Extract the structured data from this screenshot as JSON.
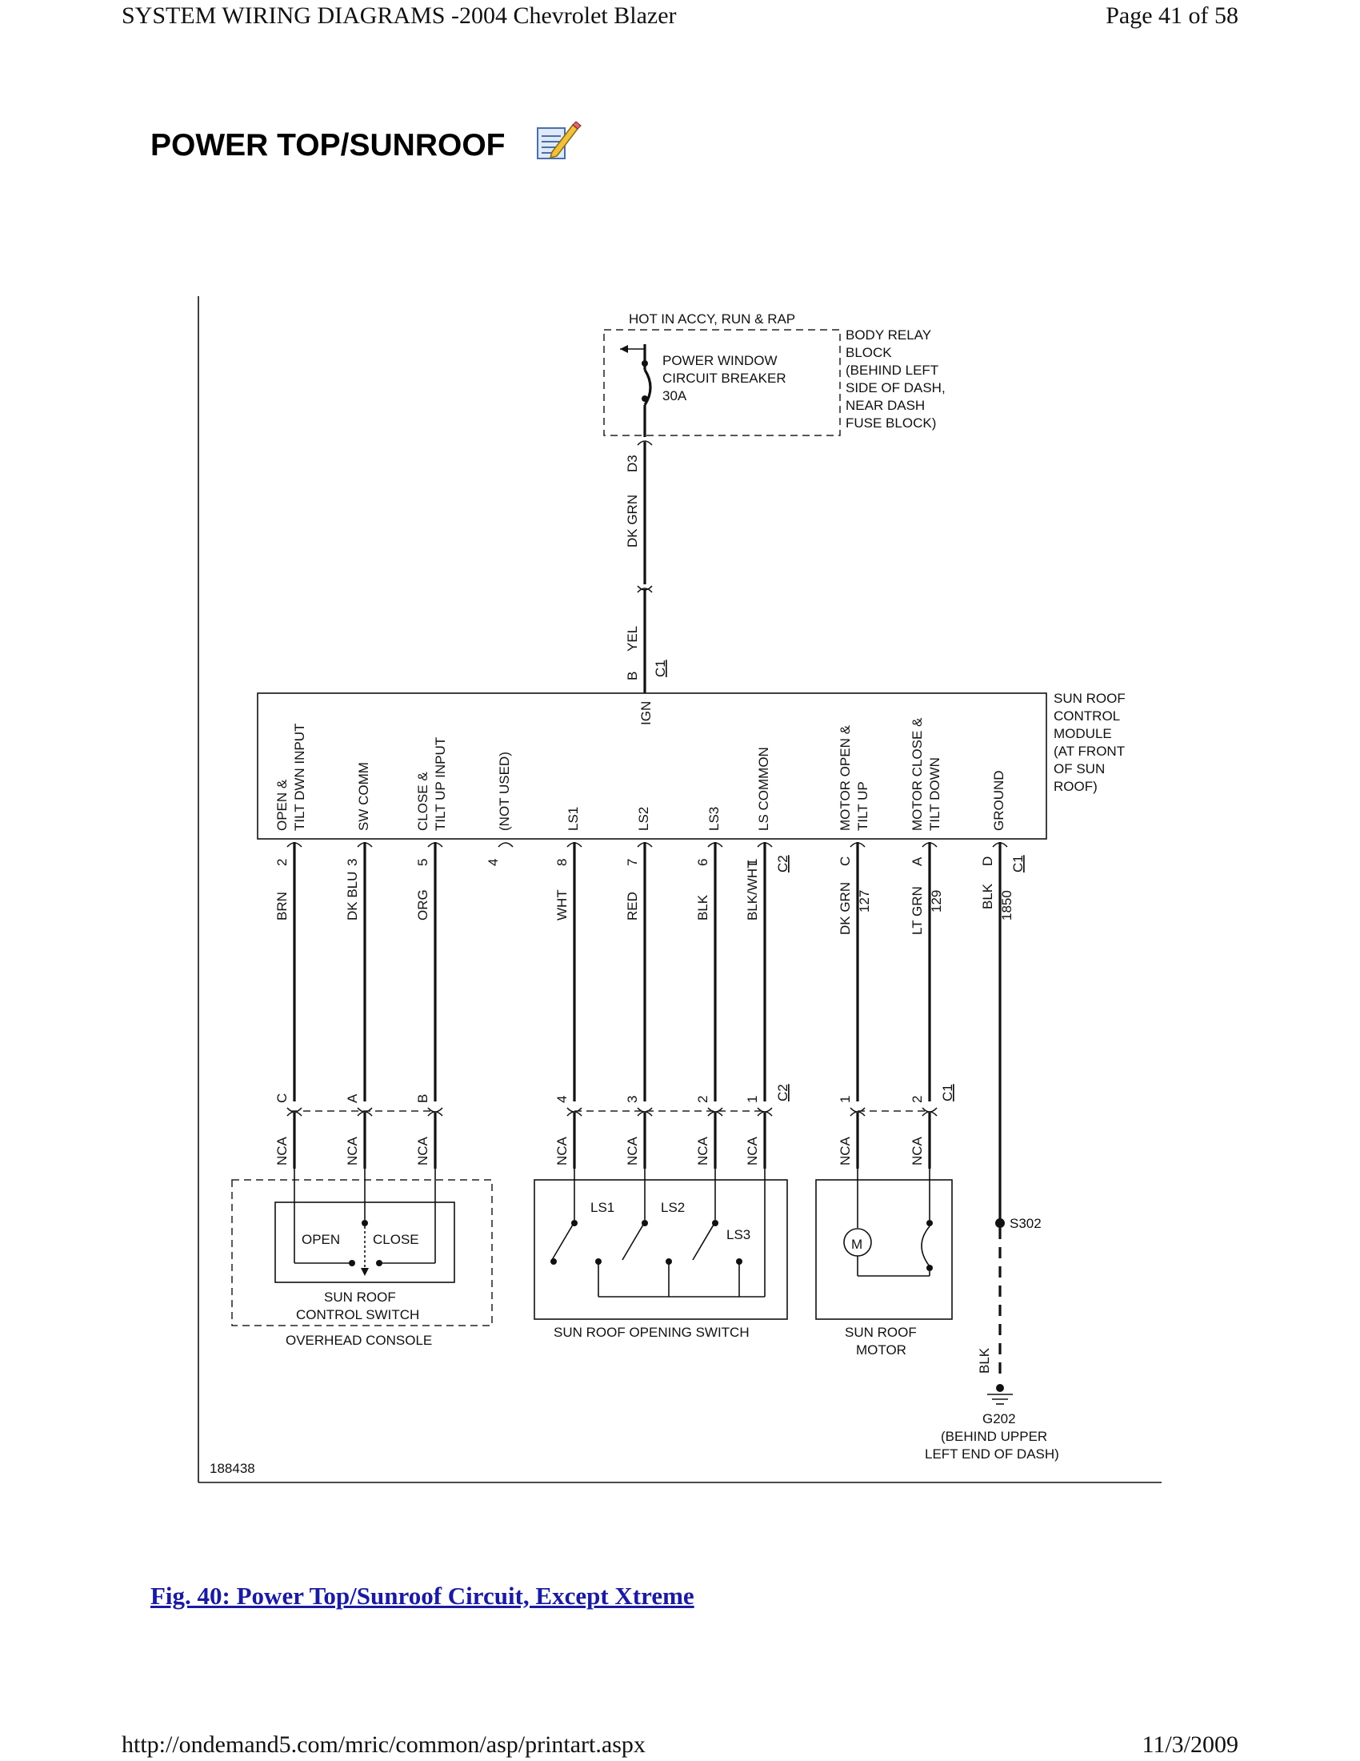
{
  "header": {
    "doc_title": "SYSTEM WIRING DIAGRAMS -2004 Chevrolet Blazer",
    "page": "Page 41 of 58"
  },
  "title": "POWER TOP/SUNROOF",
  "icons": {
    "edit": "edit-note-icon"
  },
  "diagram": {
    "power_source": {
      "hot_label": "HOT IN ACCY, RUN & RAP",
      "breaker_lines": [
        "POWER WINDOW",
        "CIRCUIT BREAKER",
        "30A"
      ],
      "relay_block_lines": [
        "BODY RELAY",
        "BLOCK",
        "(BEHIND LEFT",
        "SIDE OF DASH,",
        "NEAR DASH",
        "FUSE BLOCK)"
      ],
      "top_pin": "D3",
      "top_wire": "DK GRN",
      "lower_wire": "YEL",
      "lower_pin": "B",
      "lower_conn": "C1"
    },
    "module": {
      "label_lines": [
        "SUN ROOF",
        "CONTROL",
        "MODULE",
        "(AT FRONT",
        "OF SUN",
        "ROOF)"
      ],
      "ign": "IGN",
      "terminals": [
        {
          "l1": "OPEN &",
          "l2": "TILT DWN INPUT"
        },
        {
          "l1": "SW COMM",
          "l2": ""
        },
        {
          "l1": "CLOSE &",
          "l2": "TILT UP INPUT"
        },
        {
          "l1": "(NOT USED)",
          "l2": ""
        },
        {
          "l1": "LS1",
          "l2": ""
        },
        {
          "l1": "LS2",
          "l2": ""
        },
        {
          "l1": "LS3",
          "l2": ""
        },
        {
          "l1": "LS COMMON",
          "l2": ""
        },
        {
          "l1": "MOTOR OPEN &",
          "l2": "TILT UP"
        },
        {
          "l1": "MOTOR CLOSE &",
          "l2": "TILT DOWN"
        },
        {
          "l1": "GROUND",
          "l2": ""
        }
      ]
    },
    "wires": [
      {
        "pin": "2",
        "color": "BRN",
        "circuit": "",
        "conn": "",
        "bottom_pin": "C",
        "bottom_conn": "",
        "bottom_wire": "NCA"
      },
      {
        "pin": "3",
        "color": "DK BLU",
        "circuit": "",
        "conn": "",
        "bottom_pin": "A",
        "bottom_conn": "",
        "bottom_wire": "NCA"
      },
      {
        "pin": "5",
        "color": "ORG",
        "circuit": "",
        "conn": "",
        "bottom_pin": "B",
        "bottom_conn": "",
        "bottom_wire": "NCA"
      },
      {
        "pin": "4",
        "color": "",
        "circuit": "",
        "conn": "",
        "bottom_pin": "",
        "bottom_conn": "",
        "bottom_wire": ""
      },
      {
        "pin": "8",
        "color": "WHT",
        "circuit": "",
        "conn": "",
        "bottom_pin": "4",
        "bottom_conn": "",
        "bottom_wire": "NCA"
      },
      {
        "pin": "7",
        "color": "RED",
        "circuit": "",
        "conn": "",
        "bottom_pin": "3",
        "bottom_conn": "",
        "bottom_wire": "NCA"
      },
      {
        "pin": "6",
        "color": "BLK",
        "circuit": "",
        "conn": "",
        "bottom_pin": "2",
        "bottom_conn": "",
        "bottom_wire": "NCA"
      },
      {
        "pin": "1",
        "color": "BLK/WHT",
        "circuit": "",
        "conn": "C2",
        "bottom_pin": "1",
        "bottom_conn": "C2",
        "bottom_wire": "NCA"
      },
      {
        "pin": "C",
        "color": "DK GRN",
        "circuit": "127",
        "conn": "",
        "bottom_pin": "1",
        "bottom_conn": "",
        "bottom_wire": "NCA"
      },
      {
        "pin": "A",
        "color": "LT GRN",
        "circuit": "129",
        "conn": "",
        "bottom_pin": "2",
        "bottom_conn": "C1",
        "bottom_wire": "NCA"
      },
      {
        "pin": "D",
        "color": "BLK",
        "circuit": "1850",
        "conn": "C1",
        "bottom_pin": "",
        "bottom_conn": "",
        "bottom_wire": ""
      }
    ],
    "control_switch": {
      "open": "OPEN",
      "close": "CLOSE",
      "name_lines": [
        "SUN ROOF",
        "CONTROL SWITCH"
      ],
      "location": "OVERHEAD CONSOLE"
    },
    "opening_switch": {
      "ls1": "LS1",
      "ls2": "LS2",
      "ls3": "LS3",
      "name": "SUN ROOF OPENING SWITCH"
    },
    "motor": {
      "symbol": "M",
      "name_lines": [
        "SUN ROOF",
        "MOTOR"
      ]
    },
    "ground": {
      "splice": "S302",
      "wire": "BLK",
      "name_lines": [
        "G202",
        "(BEHIND UPPER",
        "LEFT END OF DASH)"
      ]
    },
    "ref_number": "188438"
  },
  "caption": "Fig. 40: Power Top/Sunroof Circuit, Except Xtreme",
  "footer": {
    "url": "http://ondemand5.com/mric/common/asp/printart.aspx",
    "date": "11/3/2009"
  }
}
